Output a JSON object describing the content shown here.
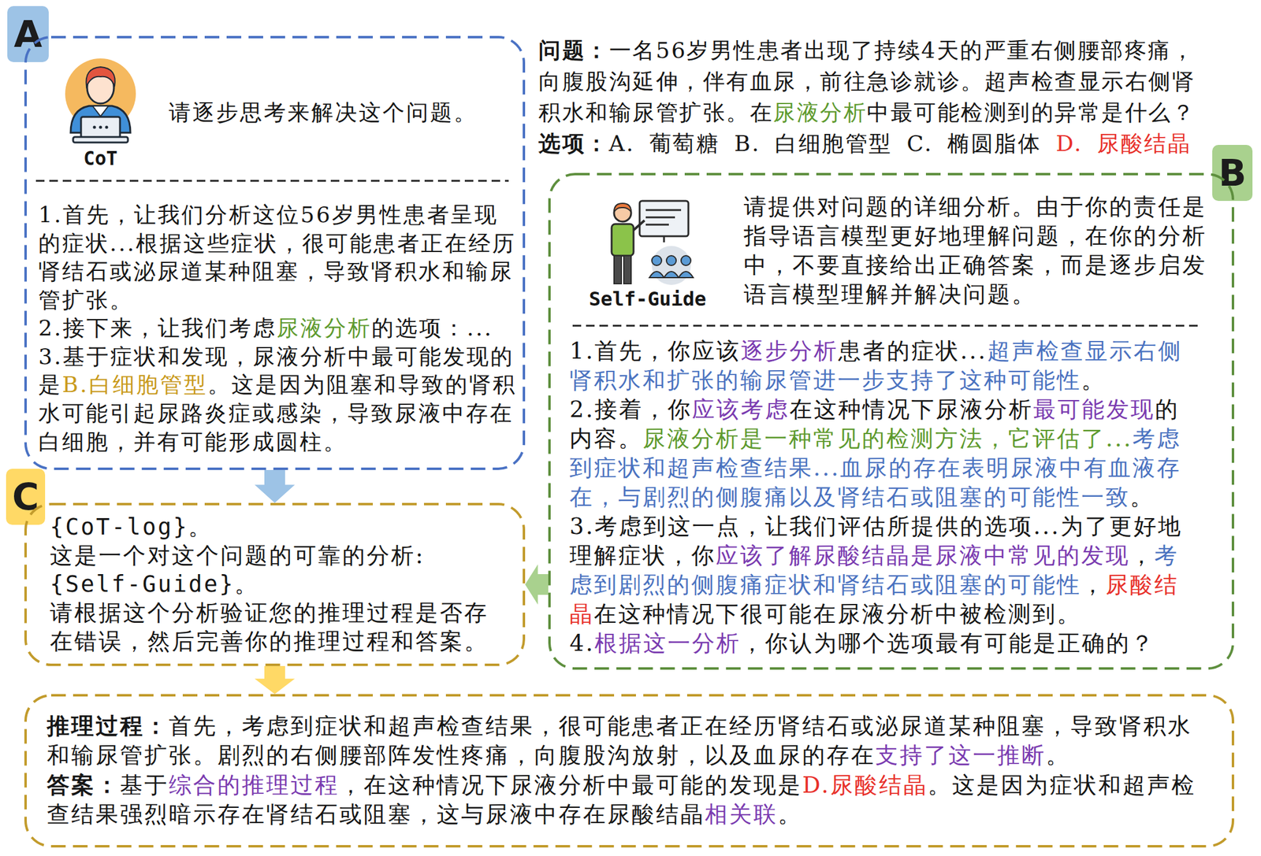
{
  "diagram": {
    "nodes": [
      {
        "text": [
          "A"
        ]
      },
      {
        "text": [
          "CoT",
          "请逐步思考来解决这个问题。",
          "1.首先，让我们分析这位56岁男性患者呈现的症状...根据这些症状，很可能患者正在经历肾结石或泌尿道某种阻塞，导致肾积水和输尿管扩张。",
          "2.接下来，让我们考虑尿液分析的选项：...",
          "3.基于症状和发现，尿液分析中最可能发现的是B.白细胞管型。这是因为阻塞和导致的肾积水可能引起尿路炎症或感染，导致尿液中存在白细胞，并有可能形成圆柱。"
        ]
      },
      {
        "text": [
          "B"
        ]
      },
      {
        "text": [
          "Self-Guide",
          "请提供对问题的详细分析。由于你的责任是指导语言模型更好地理解问题，在你的分析中，不要直接给出正确答案，而是逐步启发语言模型理解并解决问题。",
          "1.首先，你应该逐步分析患者的症状...超声检查显示右侧肾积水和扩张的输尿管进一步支持了这种可能性。",
          "2.接着，你应该考虑在这种情况下尿液分析最可能发现的内容。尿液分析是一种常见的检测方法，它评估了...考虑到症状和超声检查结果...血尿的存在表明尿液中有血液存在，与剧烈的侧腹痛以及肾结石或阻塞的可能性一致。",
          "3.考虑到这一点，让我们评估所提供的选项...为了更好地理解症状，你应该了解尿酸结晶是尿液中常见的发现，考虑到剧烈的侧腹痛症状和肾结石或阻塞的可能性，尿酸结晶在这种情况下很可能在尿液分析中被检测到。",
          "4.根据这一分析，你认为哪个选项最有可能是正确的？"
        ]
      },
      {
        "text": [
          "C"
        ]
      },
      {
        "text": [
          "{CoT-log}。",
          "这是一个对这个问题的可靠的分析:",
          "{Self-Guide}。",
          "请根据这个分析验证您的推理过程是否存在错误，然后完善你的推理过程和答案。"
        ]
      },
      {
        "text": [
          "推理过程：首先，考虑到症状和超声检查结果，很可能患者正在经历肾结石或泌尿道某种阻塞，导致肾积水和输尿管扩张。剧烈的右侧腰部阵发性疼痛，向腹股沟放射，以及血尿的存在支持了这一推断。",
          "答案：基于综合的推理过程，在这种情况下尿液分析中最可能的发现是D.尿酸结晶。这是因为症状和超声检查结果强烈暗示存在肾结石或阻塞，这与尿液中存在尿酸结晶相关联。"
        ]
      }
    ],
    "edges": [
      {
        "from": 1,
        "to": 5,
        "arrow": "to"
      },
      {
        "from": 3,
        "to": 5,
        "arrow": "to"
      },
      {
        "from": 5,
        "to": 6,
        "arrow": "to"
      }
    ],
    "labels": [
      "问题：一名56岁男性患者出现了持续4天的严重右侧腰部疼痛，向腹股沟延伸，伴有血尿，前往急诊就诊。超声检查显示右侧肾积水和输尿管扩张。在尿液分析中最可能检测到的异常是什么？",
      "选项：A. 葡萄糖 B. 白细胞管型 C. 椭圆脂体 D. 尿酸结晶"
    ]
  }
}
